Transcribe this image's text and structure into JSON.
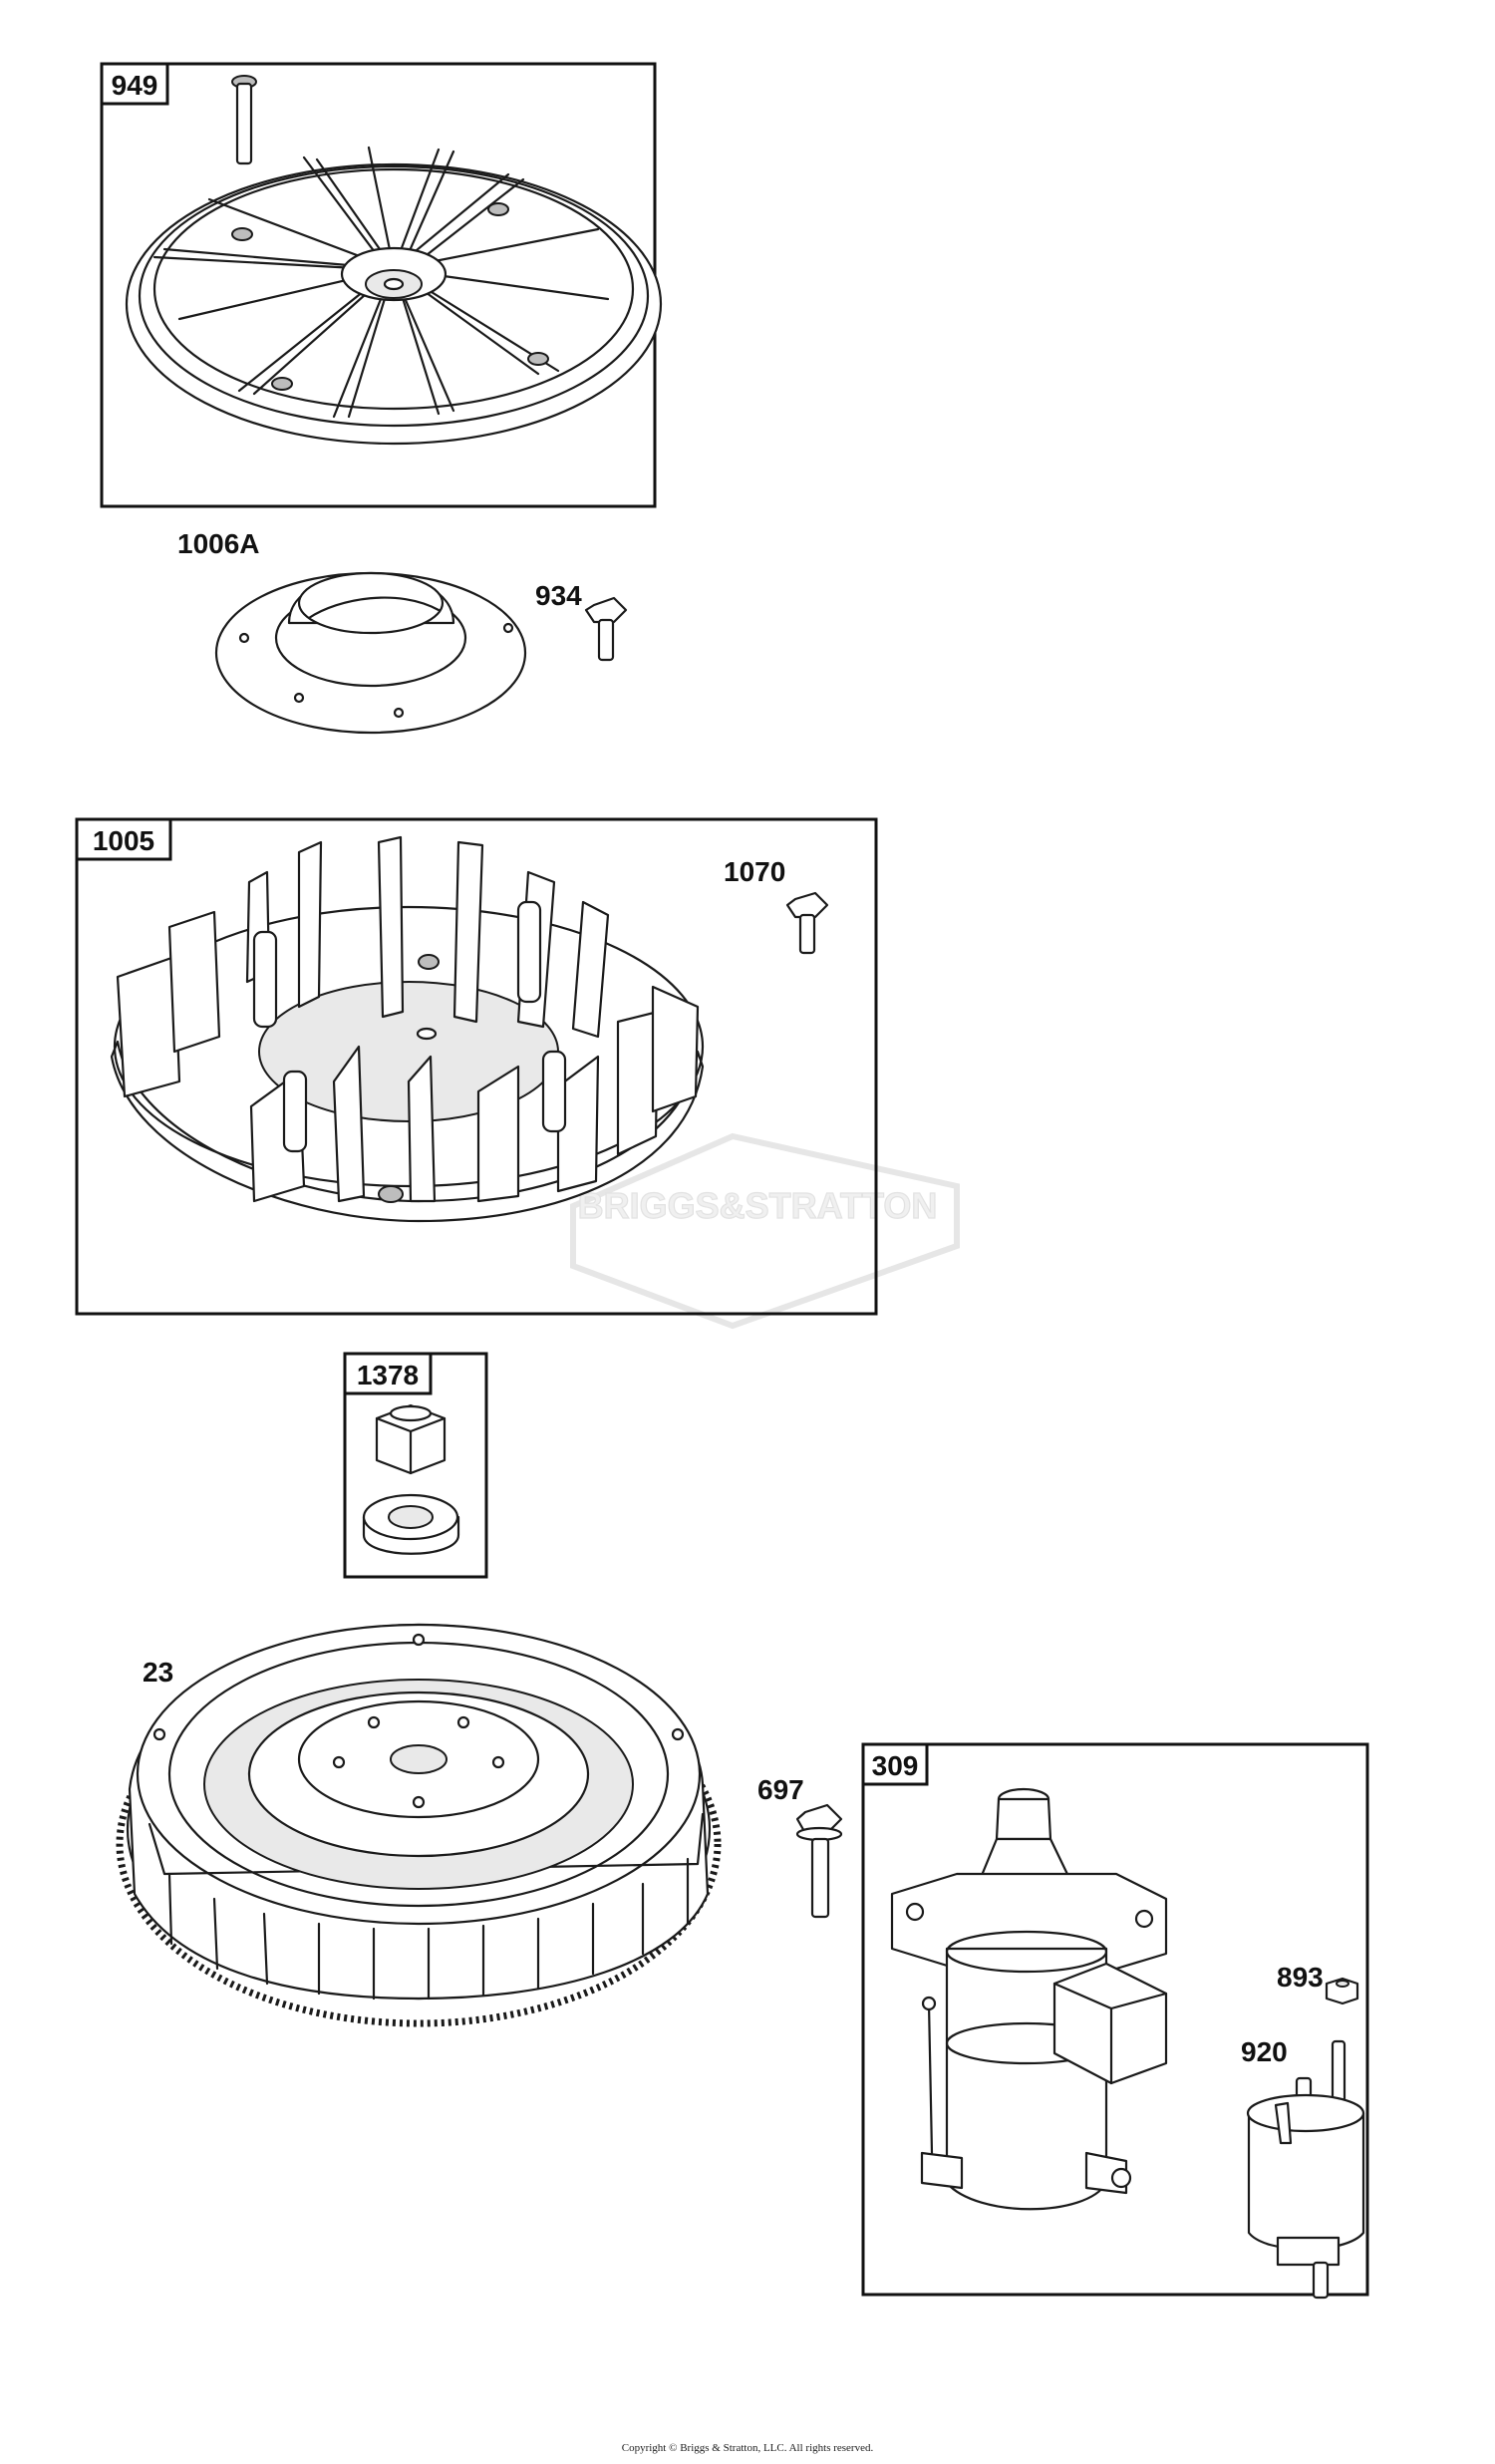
{
  "parts": {
    "p949": "949",
    "p1006a": "1006A",
    "p934": "934",
    "p1005": "1005",
    "p1070": "1070",
    "p1378": "1378",
    "p23": "23",
    "p697": "697",
    "p309": "309",
    "p893": "893",
    "p920": "920"
  },
  "watermark": "BRIGGS&STRATTON",
  "copyright": "Copyright © Briggs & Stratton, LLC. All rights reserved."
}
